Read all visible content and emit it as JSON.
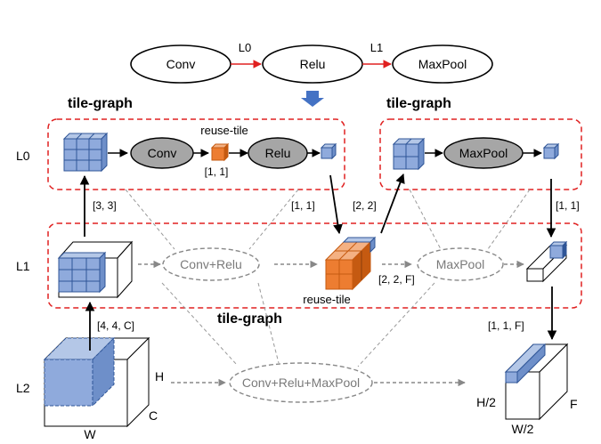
{
  "pipeline": {
    "nodes": [
      "Conv",
      "Relu",
      "MaxPool"
    ],
    "edges": [
      "L0",
      "L1"
    ]
  },
  "levels": [
    "L0",
    "L1",
    "L2"
  ],
  "tile_graph_label": "tile-graph",
  "l0": {
    "reuse_tile_label": "reuse-tile",
    "conv": "Conv",
    "relu": "Relu",
    "maxpool": "MaxPool",
    "tile_size_conv": "[1, 1]"
  },
  "l1": {
    "conv_relu": "Conv+Relu",
    "maxpool": "MaxPool",
    "reuse_tile_label": "reuse-tile"
  },
  "l2": {
    "fused": "Conv+Relu+MaxPool",
    "input_dims": {
      "w": "W",
      "h": "H",
      "c": "C"
    },
    "output_dims": {
      "w": "W/2",
      "h": "H/2",
      "f": "F"
    }
  },
  "tile_shapes": {
    "l1_to_l0_left": "[3, 3]",
    "l0_to_l1_mid": "[1, 1]",
    "l1_to_l0_right": "[2, 2]",
    "l0_to_l1_right": "[1, 1]",
    "l1_reuse": "[2, 2, F]",
    "l2_to_l1": "[4, 4, C]",
    "l1_to_l2_out": "[1, 1, F]"
  },
  "colors": {
    "blue_fill": "#8FAADC",
    "blue_stroke": "#2F5597",
    "orange_fill": "#ED7D31",
    "orange_stroke": "#C55A11",
    "red_dashed": "#E02020",
    "node_gray": "#A6A6A6",
    "arrow_blue": "#4472C4"
  }
}
